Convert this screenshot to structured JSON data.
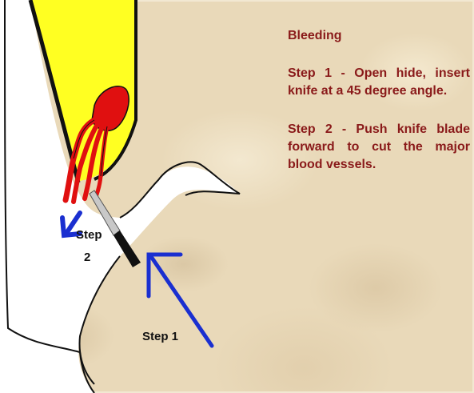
{
  "text": {
    "title": "Bleeding",
    "step1": "Step 1 - Open hide, insert knife at a 45 degree angle.",
    "step2": "Step 2 - Push knife blade forward to cut the major blood vessels."
  },
  "labels": {
    "step2_line1": "Step",
    "step2_line2": "2",
    "step1": "Step 1"
  },
  "colors": {
    "background": "#e9d9b9",
    "title_text": "#8a1a1a",
    "body_outline": "#111111",
    "chest_fill": "#ffff22",
    "heart_red": "#e01010",
    "arrow_blue": "#1a2fd0",
    "knife_handle": "#111111",
    "knife_blade": "#c8c8c8"
  },
  "icons": {
    "step1_arrow": "arrow-up-left-icon",
    "step2_arrow": "arrow-down-left-icon"
  }
}
